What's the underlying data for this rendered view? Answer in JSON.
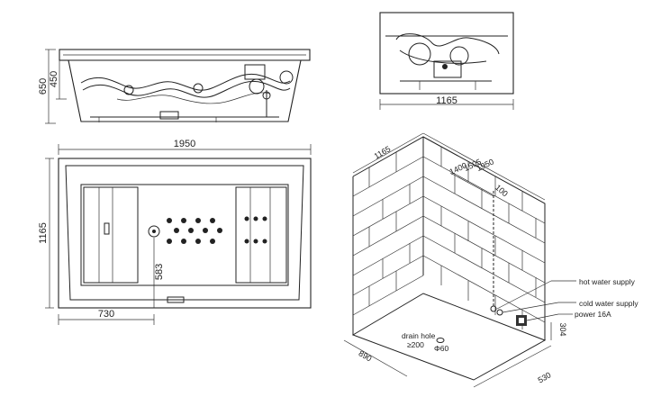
{
  "side_view": {
    "height_total": "650",
    "height_inner": "450"
  },
  "end_view": {
    "width": "1165"
  },
  "top_view": {
    "length": "1950",
    "width": "1165",
    "drain_offset": "583",
    "side_offset": "730"
  },
  "install_view": {
    "dim_1165": "1165",
    "dim_1950": "1950",
    "dim_1400": "1400",
    "dim_1505": "1505",
    "dim_100": "100",
    "dim_890": "890",
    "dim_530": "530",
    "dim_304": "304",
    "drain_label": "drain hole",
    "drain_size": "≥200",
    "drain_dia": "Φ60",
    "labels": {
      "hot": "hot water supply",
      "cold": "cold water supply",
      "power": "power 16A"
    }
  }
}
